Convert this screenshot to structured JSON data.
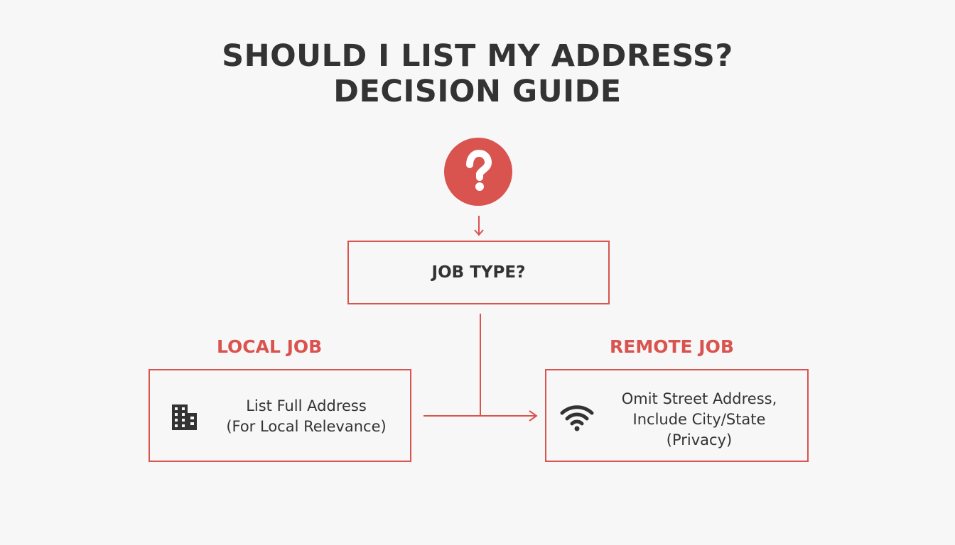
{
  "title": {
    "line1": "SHOULD I LIST MY ADDRESS?",
    "line2": "DECISION GUIDE"
  },
  "start": {
    "symbol": "?",
    "icon": "question-mark-icon"
  },
  "decision": {
    "label": "JOB TYPE?"
  },
  "branches": {
    "local": {
      "label": "LOCAL JOB",
      "icon": "building-icon",
      "text_line1": "List Full Address",
      "text_line2": "(For Local Relevance)"
    },
    "remote": {
      "label": "REMOTE JOB",
      "icon": "wifi-icon",
      "text_line1": "Omit Street Address,",
      "text_line2": "Include City/State",
      "text_line3": "(Privacy)"
    }
  },
  "colors": {
    "accent": "#d9534f",
    "text": "#333333",
    "background": "#f7f7f7"
  }
}
